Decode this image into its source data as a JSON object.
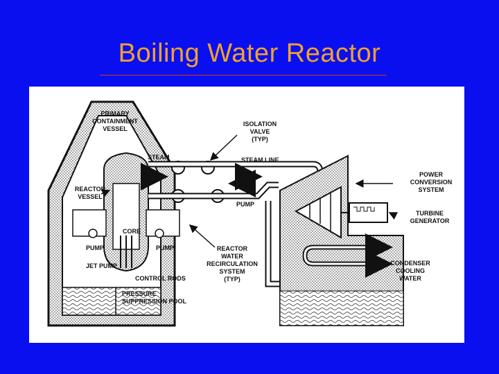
{
  "title": "Boiling Water Reactor",
  "colors": {
    "background": "#0a0ff0",
    "title": "#f0a030",
    "underline": "#d83a20",
    "panel": "#ffffff",
    "ink": "#111111"
  },
  "labels": {
    "primary_containment": [
      "PRIMARY",
      "CONTAINMENT",
      "VESSEL"
    ],
    "isolation_valve": [
      "ISOLATION",
      "VALVE",
      "(TYP)"
    ],
    "steam": "STEAM",
    "steam_line": "STEAM LINE",
    "power_conversion": [
      "POWER",
      "CONVERSION",
      "SYSTEM"
    ],
    "reactor_vessel": [
      "REACTOR",
      "VESSEL"
    ],
    "pump_top": "PUMP",
    "turbine_generator": [
      "TURBINE",
      "GENERATOR"
    ],
    "core": "CORE",
    "pump_left": "PUMP",
    "pump_right": "PUMP",
    "recirculation": [
      "REACTOR",
      "WATER",
      "RECIRCULATION",
      "SYSTEM",
      "(TYP)"
    ],
    "condenser": [
      "CONDENSER",
      "COOLING",
      "WATER"
    ],
    "jet_pump": "JET PUMP",
    "control_rods": "CONTROL RODS",
    "pressure_suppression": [
      "PRESSURE",
      "SUPPRESSION POOL"
    ]
  },
  "icons": [
    "containment-building",
    "reactor-vessel",
    "isolation-valve",
    "steam-line",
    "turbine",
    "generator",
    "condenser",
    "flow-arrow"
  ]
}
